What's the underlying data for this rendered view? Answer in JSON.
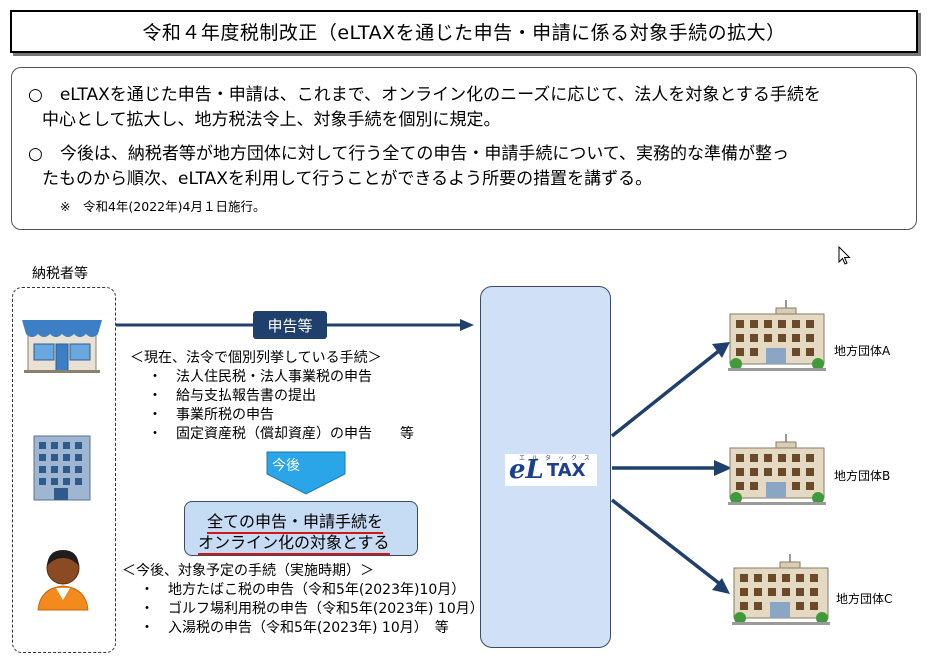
{
  "title": "令和４年度税制改正（eLTAXを通じた申告・申請に係る対象手続の拡大）",
  "summary": {
    "bullet1_line1": "○　eLTAXを通じた申告・申請は、これまで、オンライン化のニーズに応じて、法人を対象とする手続を",
    "bullet1_line2": "中心として拡大し、地方税法令上、対象手続を個別に規定。",
    "bullet2_line1": "○　今後は、納税者等が地方団体に対して行う全ての申告・申請手続について、実務的な準備が整っ",
    "bullet2_line2": "たものから順次、eLTAXを利用して行うことができるよう所要の措置を講ずる。",
    "note": "※　令和4年(2022年)4月１日施行。"
  },
  "taxpayers": {
    "label": "納税者等",
    "icons": [
      "shop-icon",
      "office-building-icon",
      "person-icon"
    ]
  },
  "flow_label": "申告等",
  "current": {
    "header": "＜現在、法令で個別列挙している手続＞",
    "items": [
      "・　法人住民税・法人事業税の申告",
      "・　給与支払報告書の提出",
      "・　事業所税の申告",
      "・　固定資産税（償却資産）の申告　　等"
    ]
  },
  "future_arrow_label": "今後",
  "target": {
    "line1": "全ての申告・申請手続を",
    "line2": "オンライン化の対象とする"
  },
  "planned": {
    "header": "＜今後、対象予定の手続（実施時期）＞",
    "items": [
      "・　地方たばこ税の申告（令和5年(2023年)10月）",
      "・　ゴルフ場利用税の申告（令和5年(2023年) 10月）",
      "・　入湯税の申告（令和5年(2023年) 10月）　等"
    ]
  },
  "eltax_logo": {
    "ruby": "エルタックス",
    "mark": "eL",
    "word": "TAX"
  },
  "local_governments": [
    "地方団体A",
    "地方団体B",
    "地方団体C"
  ],
  "colors": {
    "arrow": "#1f3f6c",
    "eltax_bg": "#cfe0f7",
    "target_bg": "#c6dcf5",
    "future_arrow": "#2aa6e8",
    "underline": "#d51414"
  }
}
